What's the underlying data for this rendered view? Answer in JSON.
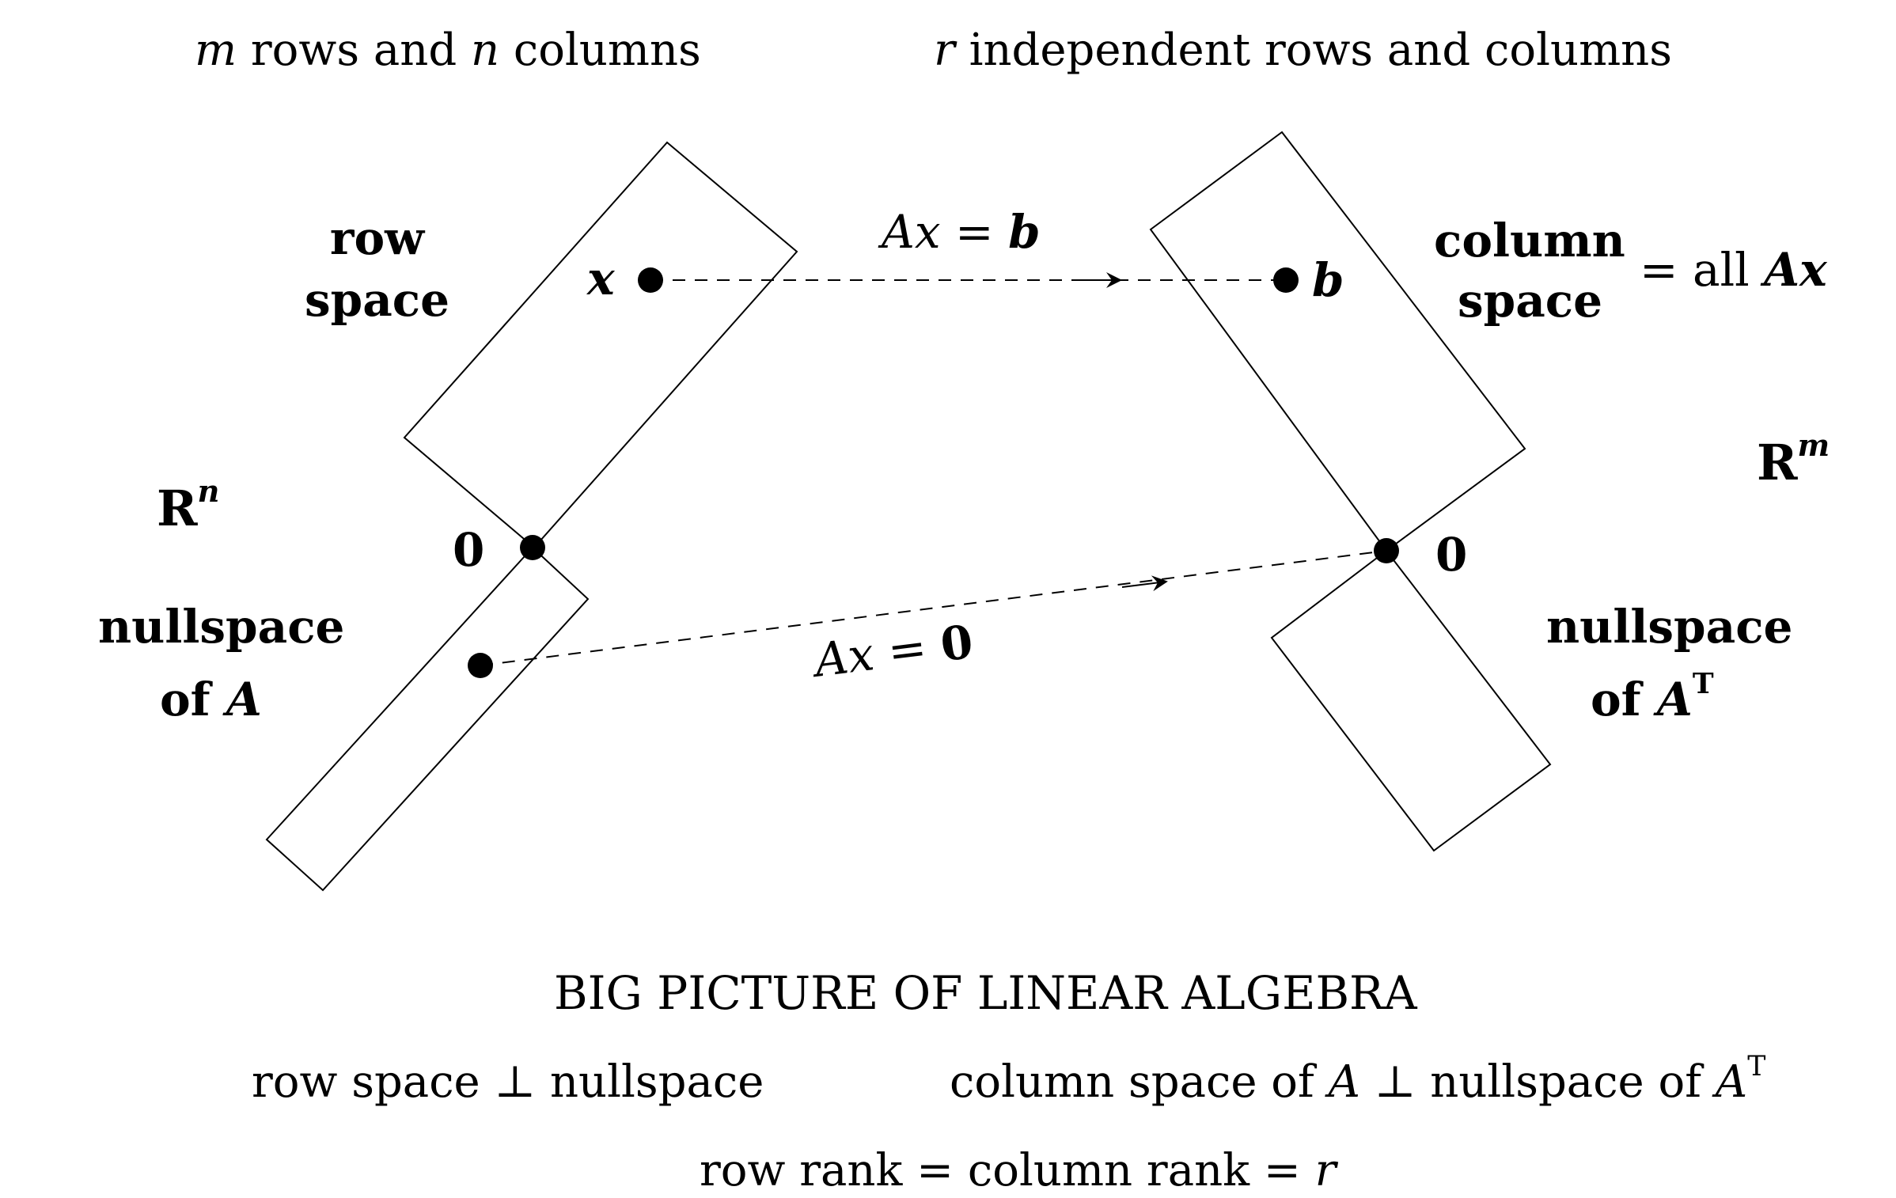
{
  "header": {
    "left": {
      "var": "m",
      "t1": " rows and ",
      "var2": "n",
      "t2": " columns"
    },
    "right": {
      "var": "r",
      "t1": " independent rows and columns"
    }
  },
  "left_space": {
    "symbol": "R",
    "sup": "n",
    "row_space": [
      "row",
      "space"
    ],
    "nullspace": [
      "nullspace",
      "of",
      "A"
    ],
    "zero": "0",
    "point_x": "x"
  },
  "right_space": {
    "symbol": "R",
    "sup": "m",
    "column_space": [
      "column",
      "space"
    ],
    "all_ax": {
      "t": "= all ",
      "expr": "Ax"
    },
    "nullspace": [
      "nullspace",
      "of",
      "A",
      "T"
    ],
    "zero": "0",
    "point_b": "b"
  },
  "arrows": {
    "top": {
      "lhs": "Ax",
      "eq": " = ",
      "rhs": "b"
    },
    "bottom": {
      "lhs": "Ax",
      "eq": " = ",
      "rhs": "0"
    }
  },
  "footer": {
    "title": "BIG PICTURE OF LINEAR ALGEBRA",
    "line1_left": "row space ⊥ nullspace",
    "line1_right": {
      "t1": "column space of ",
      "a1": "A",
      "t2": " ⊥ nullspace of ",
      "a2": "A",
      "sup": "T"
    },
    "line2": {
      "t": "row rank = column rank = ",
      "r": "r"
    }
  }
}
